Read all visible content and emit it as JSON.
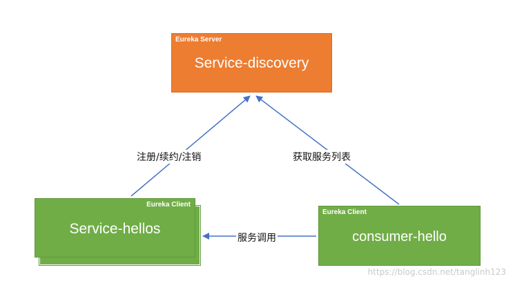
{
  "server": {
    "tag": "Eureka Server",
    "title": "Service-discovery"
  },
  "provider": {
    "tag": "Eureka Client",
    "title": "Service-hellos"
  },
  "consumer": {
    "tag": "Eureka Client",
    "title": "consumer-hello"
  },
  "edges": {
    "register_label": "注册/续约/注销",
    "fetch_label": "获取服务列表",
    "call_label": "服务调用"
  },
  "watermark": "https://blog.csdn.net/tanglinh123",
  "colors": {
    "server_fill": "#ed7d31",
    "client_fill": "#70ad47",
    "arrow": "#4472c4"
  }
}
